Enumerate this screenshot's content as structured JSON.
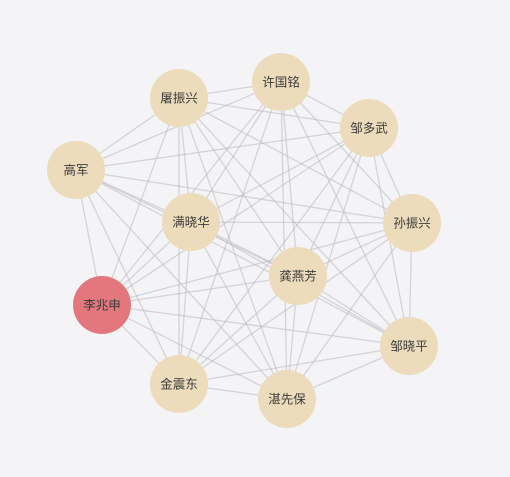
{
  "graph": {
    "colors": {
      "background": "#f4f3f6",
      "node_default": "#ecdcbb",
      "node_highlight": "#e2787e",
      "edge": "#b9b9bd"
    },
    "nodes": [
      {
        "id": "tu",
        "label": "屠振兴",
        "color": "#ecdcbb"
      },
      {
        "id": "xu",
        "label": "许国铭",
        "color": "#ecdcbb"
      },
      {
        "id": "zou",
        "label": "邹多武",
        "color": "#ecdcbb"
      },
      {
        "id": "gao",
        "label": "高军",
        "color": "#ecdcbb"
      },
      {
        "id": "man",
        "label": "满晓华",
        "color": "#ecdcbb"
      },
      {
        "id": "sun",
        "label": "孙振兴",
        "color": "#ecdcbb"
      },
      {
        "id": "gong",
        "label": "龚燕芳",
        "color": "#ecdcbb"
      },
      {
        "id": "li",
        "label": "李兆申",
        "color": "#e2787e"
      },
      {
        "id": "zouxp",
        "label": "邹晓平",
        "color": "#ecdcbb"
      },
      {
        "id": "jin",
        "label": "金震东",
        "color": "#ecdcbb"
      },
      {
        "id": "zhan",
        "label": "湛先保",
        "color": "#ecdcbb"
      }
    ],
    "edges": [
      [
        "tu",
        "xu"
      ],
      [
        "tu",
        "zou"
      ],
      [
        "tu",
        "gao"
      ],
      [
        "tu",
        "man"
      ],
      [
        "tu",
        "sun"
      ],
      [
        "tu",
        "gong"
      ],
      [
        "tu",
        "li"
      ],
      [
        "tu",
        "zouxp"
      ],
      [
        "tu",
        "jin"
      ],
      [
        "tu",
        "zhan"
      ],
      [
        "xu",
        "zou"
      ],
      [
        "xu",
        "gao"
      ],
      [
        "xu",
        "man"
      ],
      [
        "xu",
        "sun"
      ],
      [
        "xu",
        "gong"
      ],
      [
        "xu",
        "li"
      ],
      [
        "xu",
        "zouxp"
      ],
      [
        "xu",
        "jin"
      ],
      [
        "xu",
        "zhan"
      ],
      [
        "zou",
        "gao"
      ],
      [
        "zou",
        "man"
      ],
      [
        "zou",
        "sun"
      ],
      [
        "zou",
        "gong"
      ],
      [
        "zou",
        "li"
      ],
      [
        "zou",
        "zouxp"
      ],
      [
        "zou",
        "jin"
      ],
      [
        "zou",
        "zhan"
      ],
      [
        "gao",
        "man"
      ],
      [
        "gao",
        "sun"
      ],
      [
        "gao",
        "gong"
      ],
      [
        "gao",
        "li"
      ],
      [
        "gao",
        "zouxp"
      ],
      [
        "gao",
        "jin"
      ],
      [
        "gao",
        "zhan"
      ],
      [
        "man",
        "sun"
      ],
      [
        "man",
        "gong"
      ],
      [
        "man",
        "li"
      ],
      [
        "man",
        "zouxp"
      ],
      [
        "man",
        "jin"
      ],
      [
        "man",
        "zhan"
      ],
      [
        "sun",
        "gong"
      ],
      [
        "sun",
        "li"
      ],
      [
        "sun",
        "zouxp"
      ],
      [
        "sun",
        "jin"
      ],
      [
        "sun",
        "zhan"
      ],
      [
        "gong",
        "li"
      ],
      [
        "gong",
        "zouxp"
      ],
      [
        "gong",
        "jin"
      ],
      [
        "gong",
        "zhan"
      ],
      [
        "li",
        "zouxp"
      ],
      [
        "li",
        "jin"
      ],
      [
        "li",
        "zhan"
      ],
      [
        "zouxp",
        "jin"
      ],
      [
        "zouxp",
        "zhan"
      ],
      [
        "jin",
        "zhan"
      ]
    ]
  }
}
